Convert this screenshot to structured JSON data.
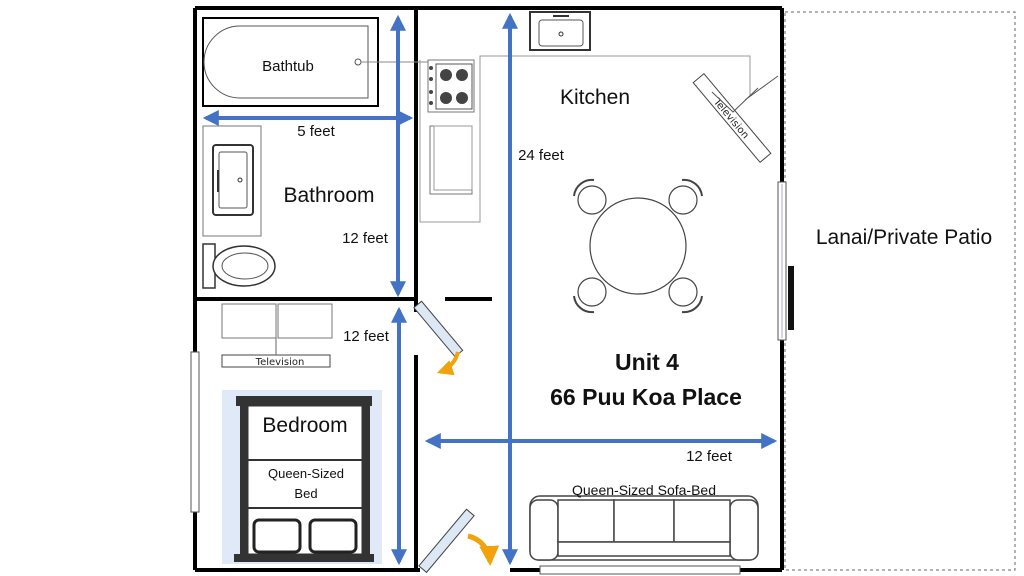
{
  "rooms": {
    "bathtub": "Bathtub",
    "bathroom": "Bathroom",
    "kitchen": "Kitchen",
    "bedroom": "Bedroom",
    "patio": "Lanai/Private Patio"
  },
  "furniture": {
    "television": "Television",
    "queen_bed": [
      "Queen-Sized",
      "Bed"
    ],
    "sofa_bed": "Queen-Sized Sofa-Bed"
  },
  "dimensions": {
    "bath_width": "5 feet",
    "bath_height": "12 feet",
    "unit_height": "24 feet",
    "bedroom_height": "12 feet",
    "living_width": "12 feet"
  },
  "unit": {
    "name": "Unit 4",
    "address": "66 Puu Koa Place"
  },
  "colors": {
    "wall": "#000000",
    "arrow": "#4472c4",
    "door_swing": "#f0a30a",
    "door_panel": "#dde8f5",
    "bed_area": "#dfe9f7"
  }
}
